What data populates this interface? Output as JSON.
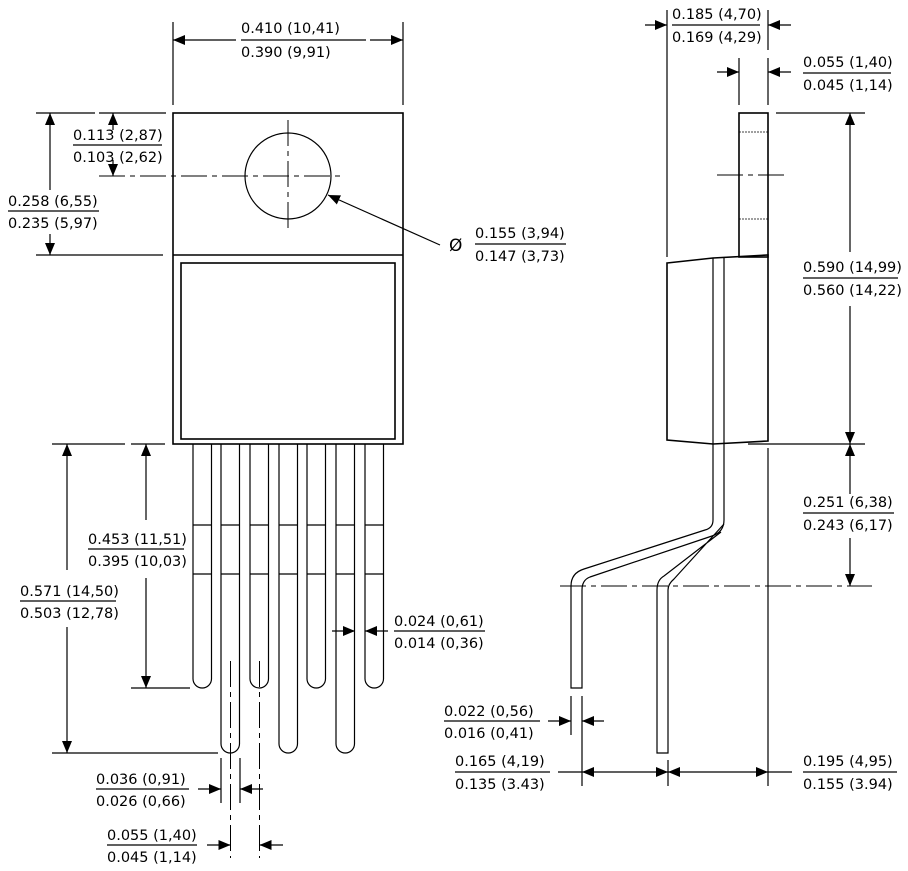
{
  "drawing": {
    "title": "TO-220 7-lead package outline",
    "front_view": {
      "overall_width": {
        "max": "0.410 (10,41)",
        "min": "0.390 (9,91)"
      },
      "tab_height": {
        "max": "0.258 (6,55)",
        "min": "0.235 (5,97)"
      },
      "hole_center": {
        "max": "0.113 (2,87)",
        "min": "0.103 (2,62)"
      },
      "hole_diameter": {
        "symbol": "Ø",
        "max": "0.155 (3,94)",
        "min": "0.147 (3,73)"
      },
      "short_lead_length": {
        "max": "0.453 (11,51)",
        "min": "0.395 (10,03)"
      },
      "long_lead_length": {
        "max": "0.571 (14,50)",
        "min": "0.503 (12,78)"
      },
      "lead_width": {
        "max": "0.024 (0,61)",
        "min": "0.014 (0,36)"
      },
      "lead_shoulder": {
        "max": "0.036 (0,91)",
        "min": "0.026 (0,66)"
      },
      "lead_pitch": {
        "max": "0.055 (1,40)",
        "min": "0.045 (1,14)"
      }
    },
    "side_view": {
      "body_thickness": {
        "max": "0.185 (4,70)",
        "min": "0.169 (4,29)"
      },
      "tab_thickness": {
        "max": "0.055 (1,40)",
        "min": "0.045 (1,14)"
      },
      "body_height": {
        "max": "0.590 (14,99)",
        "min": "0.560 (14,22)"
      },
      "lead_bend": {
        "max": "0.251 (6,38)",
        "min": "0.243 (6,17)"
      },
      "lead_thickness": {
        "max": "0.022 (0,56)",
        "min": "0.016 (0,41)"
      },
      "lead_offset_1": {
        "max": "0.165 (4,19)",
        "min": "0.135 (3.43)"
      },
      "lead_offset_2": {
        "max": "0.195 (4,95)",
        "min": "0.155 (3.94)"
      }
    }
  }
}
